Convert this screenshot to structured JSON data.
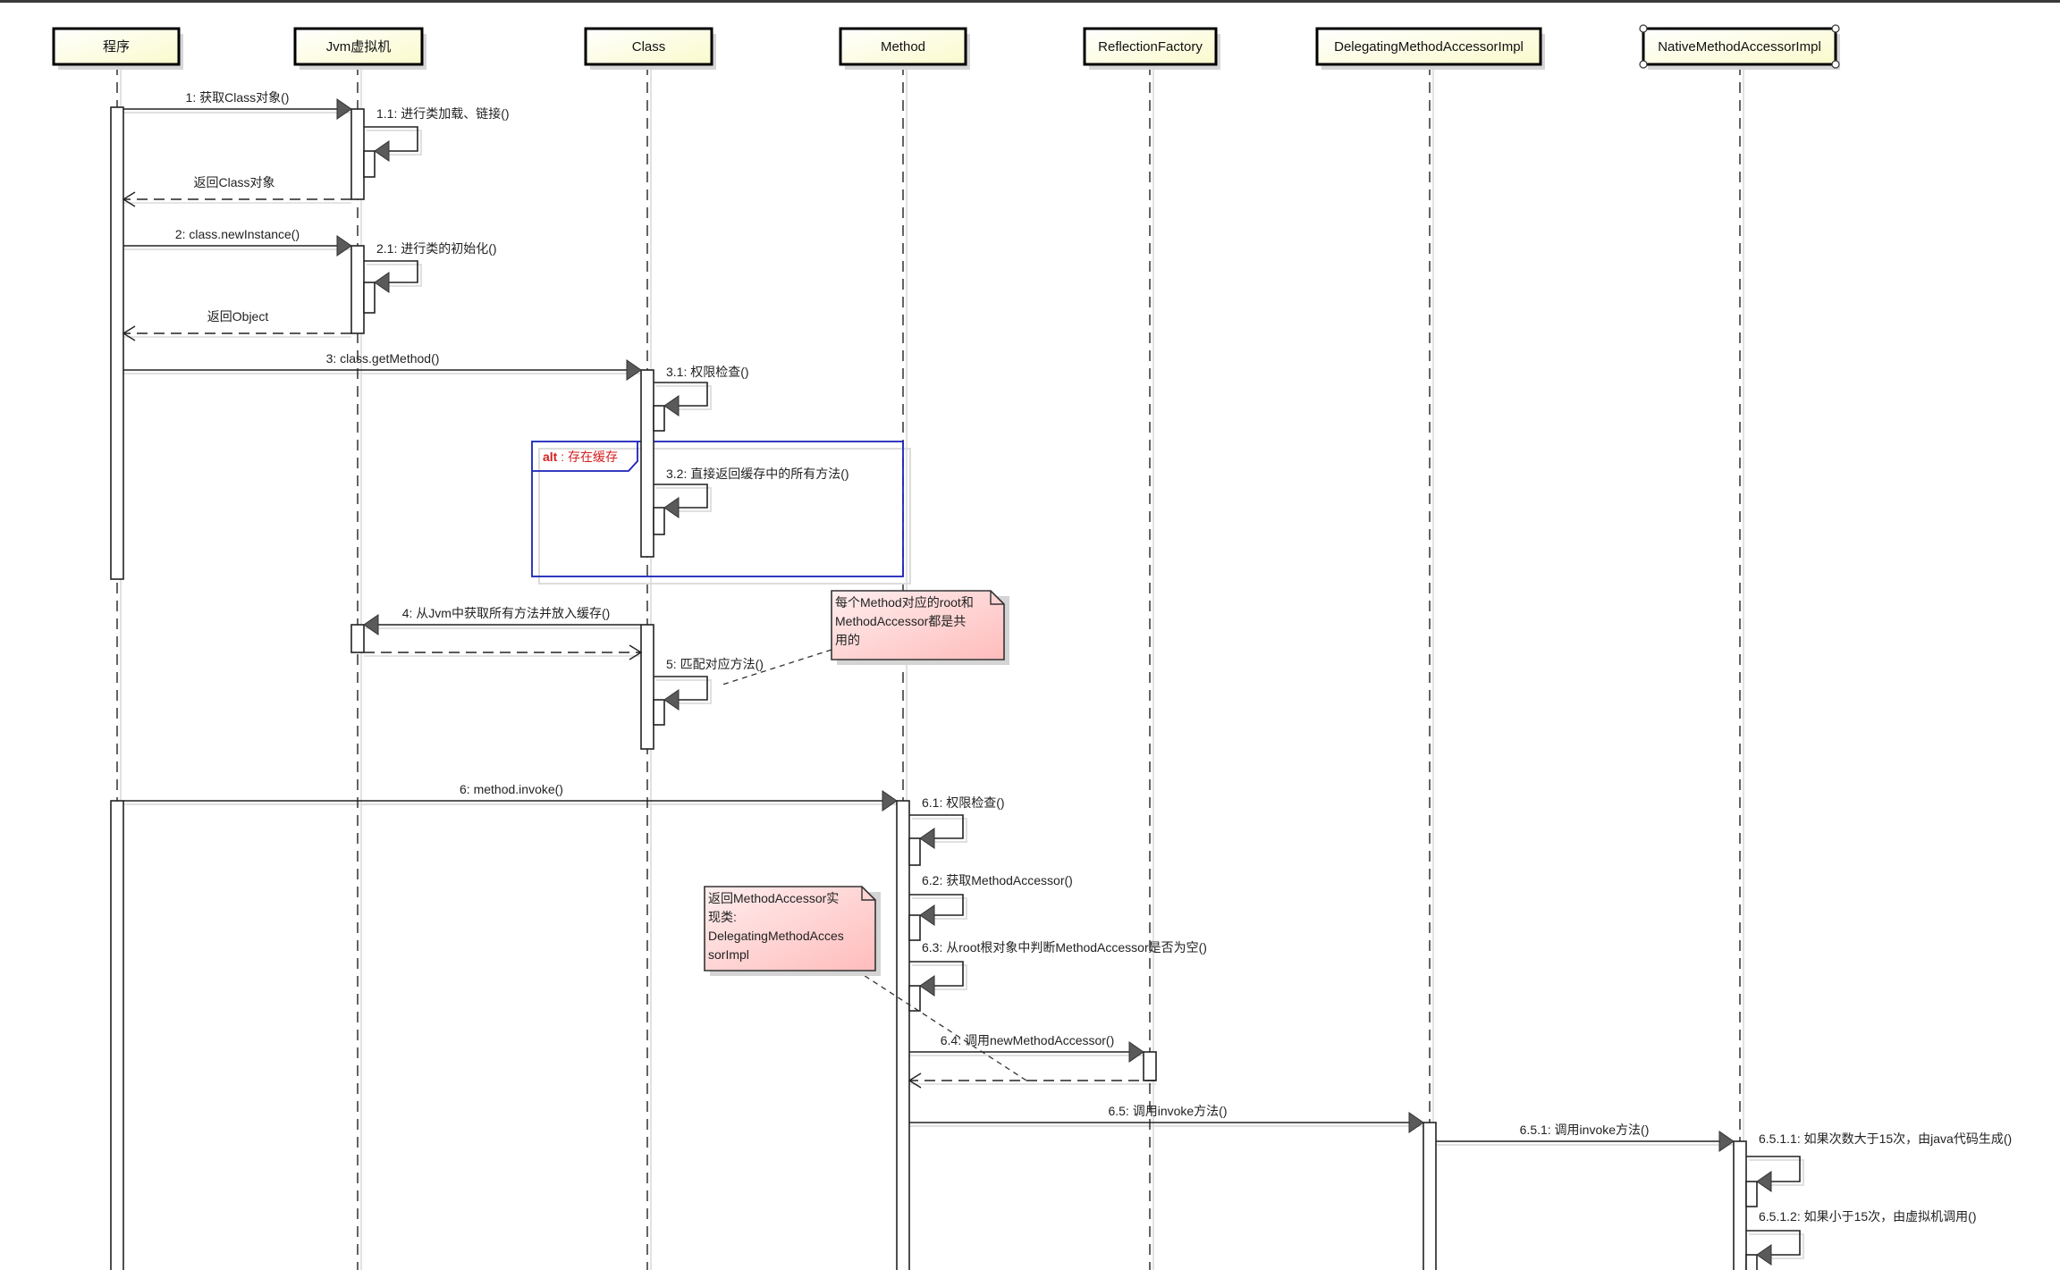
{
  "diagram": {
    "type": "uml-sequence",
    "colors": {
      "header_fill_start": "#ffffff",
      "header_fill_end": "#fafad0",
      "line": "#222222",
      "shadow": "#d8d8d8",
      "fragment_border": "#1a22b8",
      "fragment_label": "#d42020",
      "note_fill_start": "#ffe8e8",
      "note_fill_end": "#ffc8c8",
      "arrow_fill": "#555555"
    },
    "lifelines": [
      {
        "id": "program",
        "label": "程序"
      },
      {
        "id": "jvm",
        "label": "Jvm虚拟机"
      },
      {
        "id": "class",
        "label": "Class"
      },
      {
        "id": "method",
        "label": "Method"
      },
      {
        "id": "reflection_factory",
        "label": "ReflectionFactory"
      },
      {
        "id": "delegating",
        "label": "DelegatingMethodAccessorImpl"
      },
      {
        "id": "native",
        "label": "NativeMethodAccessorImpl",
        "selected": true
      }
    ],
    "messages": [
      {
        "num": "1",
        "text": "获取Class对象()",
        "from": "program",
        "to": "jvm",
        "kind": "call"
      },
      {
        "num": "1.1",
        "text": "进行类加载、链接()",
        "from": "jvm",
        "to": "jvm",
        "kind": "self"
      },
      {
        "num": "",
        "text": "返回Class对象",
        "from": "jvm",
        "to": "program",
        "kind": "return"
      },
      {
        "num": "2",
        "text": "class.newInstance()",
        "from": "program",
        "to": "jvm",
        "kind": "call"
      },
      {
        "num": "2.1",
        "text": "进行类的初始化()",
        "from": "jvm",
        "to": "jvm",
        "kind": "self"
      },
      {
        "num": "",
        "text": "返回Object",
        "from": "jvm",
        "to": "program",
        "kind": "return"
      },
      {
        "num": "3",
        "text": "class.getMethod()",
        "from": "program",
        "to": "class",
        "kind": "call"
      },
      {
        "num": "3.1",
        "text": "权限检查()",
        "from": "class",
        "to": "class",
        "kind": "self"
      },
      {
        "num": "3.2",
        "text": "直接返回缓存中的所有方法()",
        "from": "class",
        "to": "class",
        "kind": "self"
      },
      {
        "num": "4",
        "text": "从Jvm中获取所有方法并放入缓存()",
        "from": "class",
        "to": "jvm",
        "kind": "call"
      },
      {
        "num": "",
        "text": "",
        "from": "jvm",
        "to": "class",
        "kind": "return"
      },
      {
        "num": "5",
        "text": "匹配对应方法()",
        "from": "class",
        "to": "class",
        "kind": "self"
      },
      {
        "num": "6",
        "text": "method.invoke()",
        "from": "program",
        "to": "method",
        "kind": "call"
      },
      {
        "num": "6.1",
        "text": "权限检查()",
        "from": "method",
        "to": "method",
        "kind": "self"
      },
      {
        "num": "6.2",
        "text": "获取MethodAccessor()",
        "from": "method",
        "to": "method",
        "kind": "self"
      },
      {
        "num": "6.3",
        "text": "从root根对象中判断MethodAccessor是否为空()",
        "from": "method",
        "to": "method",
        "kind": "self"
      },
      {
        "num": "6.4",
        "text": "调用newMethodAccessor()",
        "from": "method",
        "to": "reflection_factory",
        "kind": "call"
      },
      {
        "num": "",
        "text": "",
        "from": "reflection_factory",
        "to": "method",
        "kind": "return"
      },
      {
        "num": "6.5",
        "text": "调用invoke方法()",
        "from": "method",
        "to": "delegating",
        "kind": "call"
      },
      {
        "num": "6.5.1",
        "text": "调用invoke方法()",
        "from": "delegating",
        "to": "native",
        "kind": "call"
      },
      {
        "num": "6.5.1.1",
        "text": "如果次数大于15次，由java代码生成()",
        "from": "native",
        "to": "native",
        "kind": "self"
      },
      {
        "num": "6.5.1.2",
        "text": "如果小于15次，由虚拟机调用()",
        "from": "native",
        "to": "native",
        "kind": "self"
      }
    ],
    "fragments": [
      {
        "operator": "alt",
        "guard": "存在缓存",
        "covers": [
          "class",
          "method"
        ]
      }
    ],
    "notes": [
      {
        "lines": [
          "每个Method对应的root和",
          "MethodAccessor都是共",
          "用的"
        ],
        "attached_to_message": "5"
      },
      {
        "lines": [
          "返回MethodAccessor实",
          "现类:",
          "DelegatingMethodAcces",
          "sorImpl"
        ],
        "attached_to_message": "6.4"
      }
    ]
  }
}
